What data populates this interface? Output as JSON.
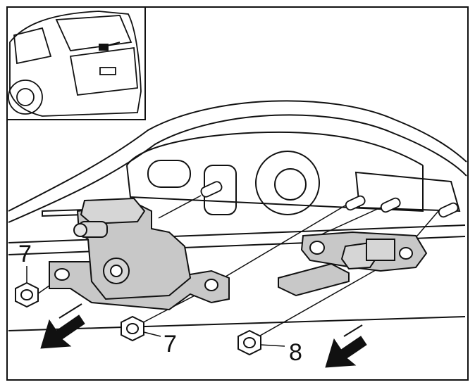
{
  "figure": {
    "colors": {
      "line": "#111111",
      "part_fill": "#c8c8c8",
      "background": "#ffffff"
    },
    "callouts": [
      {
        "id": "nut-left",
        "label": "7"
      },
      {
        "id": "nut-middle",
        "label": "7"
      },
      {
        "id": "nut-right",
        "label": "8"
      }
    ],
    "icons": [
      "car-rear-view-inset",
      "direction-arrow-left",
      "direction-arrow-right"
    ]
  }
}
